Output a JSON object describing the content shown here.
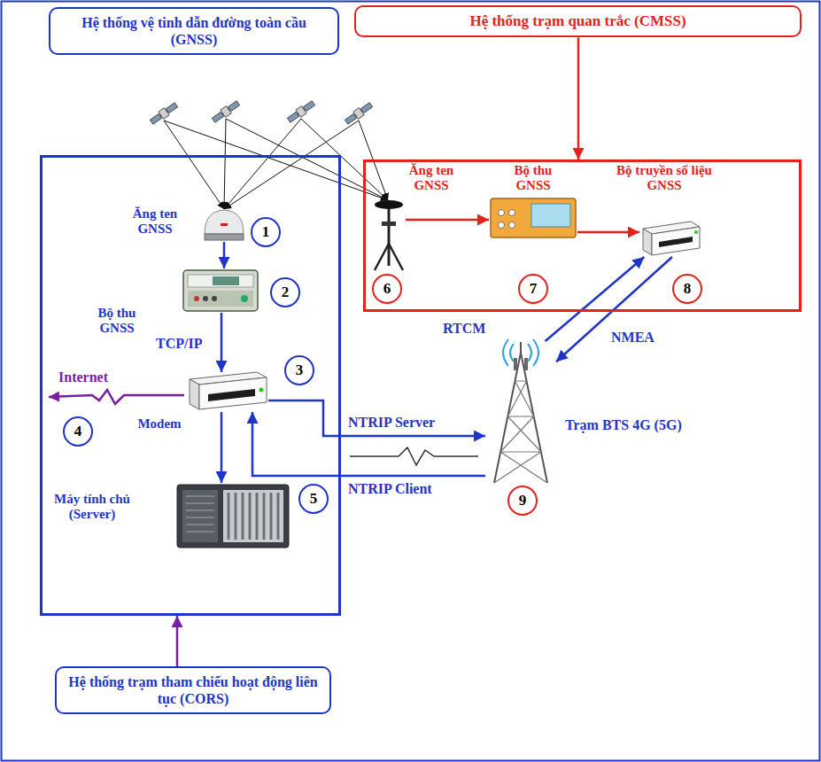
{
  "diagram": {
    "nodes": [
      {
        "text": [
          "Hệ thống vệ tinh dẫn đường toàn cầu (GNSS)"
        ]
      },
      {
        "text": [
          "Hệ thống trạm quan trắc (CMSS)"
        ]
      },
      {
        "text": []
      },
      {
        "text": [
          "Ăng ten GNSS"
        ],
        "in": 2
      },
      {
        "text": [
          "1"
        ],
        "in": 2
      },
      {
        "text": [
          "Bộ thu GNSS"
        ],
        "in": 2
      },
      {
        "text": [
          "2"
        ],
        "in": 2
      },
      {
        "text": [
          "Modem"
        ],
        "in": 2
      },
      {
        "text": [
          "3"
        ],
        "in": 2
      },
      {
        "text": [
          "4"
        ],
        "in": 2
      },
      {
        "text": [
          "Máy tính chủ (Server)"
        ],
        "in": 2
      },
      {
        "text": [
          "5"
        ],
        "in": 2
      },
      {
        "text": []
      },
      {
        "text": [
          "Ăng ten GNSS"
        ],
        "in": 12
      },
      {
        "text": [
          "6"
        ],
        "in": 12
      },
      {
        "text": [
          "Bộ thu GNSS"
        ],
        "in": 12
      },
      {
        "text": [
          "7"
        ],
        "in": 12
      },
      {
        "text": [
          "Bộ truyền số liệu GNSS"
        ],
        "in": 12
      },
      {
        "text": [
          "8"
        ],
        "in": 12
      },
      {
        "text": [
          "Trạm BTS 4G (5G)"
        ]
      },
      {
        "text": [
          "9"
        ]
      },
      {
        "text": [
          "Hệ thống trạm tham chiếu hoạt động liên tục (CORS)"
        ]
      }
    ],
    "edges": [
      {
        "from": 1,
        "to": 12,
        "arrow": "to"
      },
      {
        "from": 21,
        "to": 2,
        "arrow": "to"
      },
      {
        "from": 3,
        "to": 5,
        "arrow": "to"
      },
      {
        "from": 5,
        "to": 7,
        "arrow": "to",
        "label": "TCP/IP"
      },
      {
        "from": 7,
        "to": 10,
        "arrow": "to"
      },
      {
        "from": 7,
        "to": 19,
        "arrow": "to",
        "label": "NTRIP Server"
      },
      {
        "from": 19,
        "to": 7,
        "arrow": "to",
        "label": "NTRIP Client"
      },
      {
        "from": 13,
        "to": 15,
        "arrow": "to"
      },
      {
        "from": 15,
        "to": 17,
        "arrow": "to"
      },
      {
        "from": 19,
        "to": 17,
        "arrow": "to",
        "label": "RTCM"
      },
      {
        "from": 17,
        "to": 19,
        "arrow": "to",
        "label": "NMEA"
      }
    ],
    "labels": [
      "Internet"
    ]
  }
}
